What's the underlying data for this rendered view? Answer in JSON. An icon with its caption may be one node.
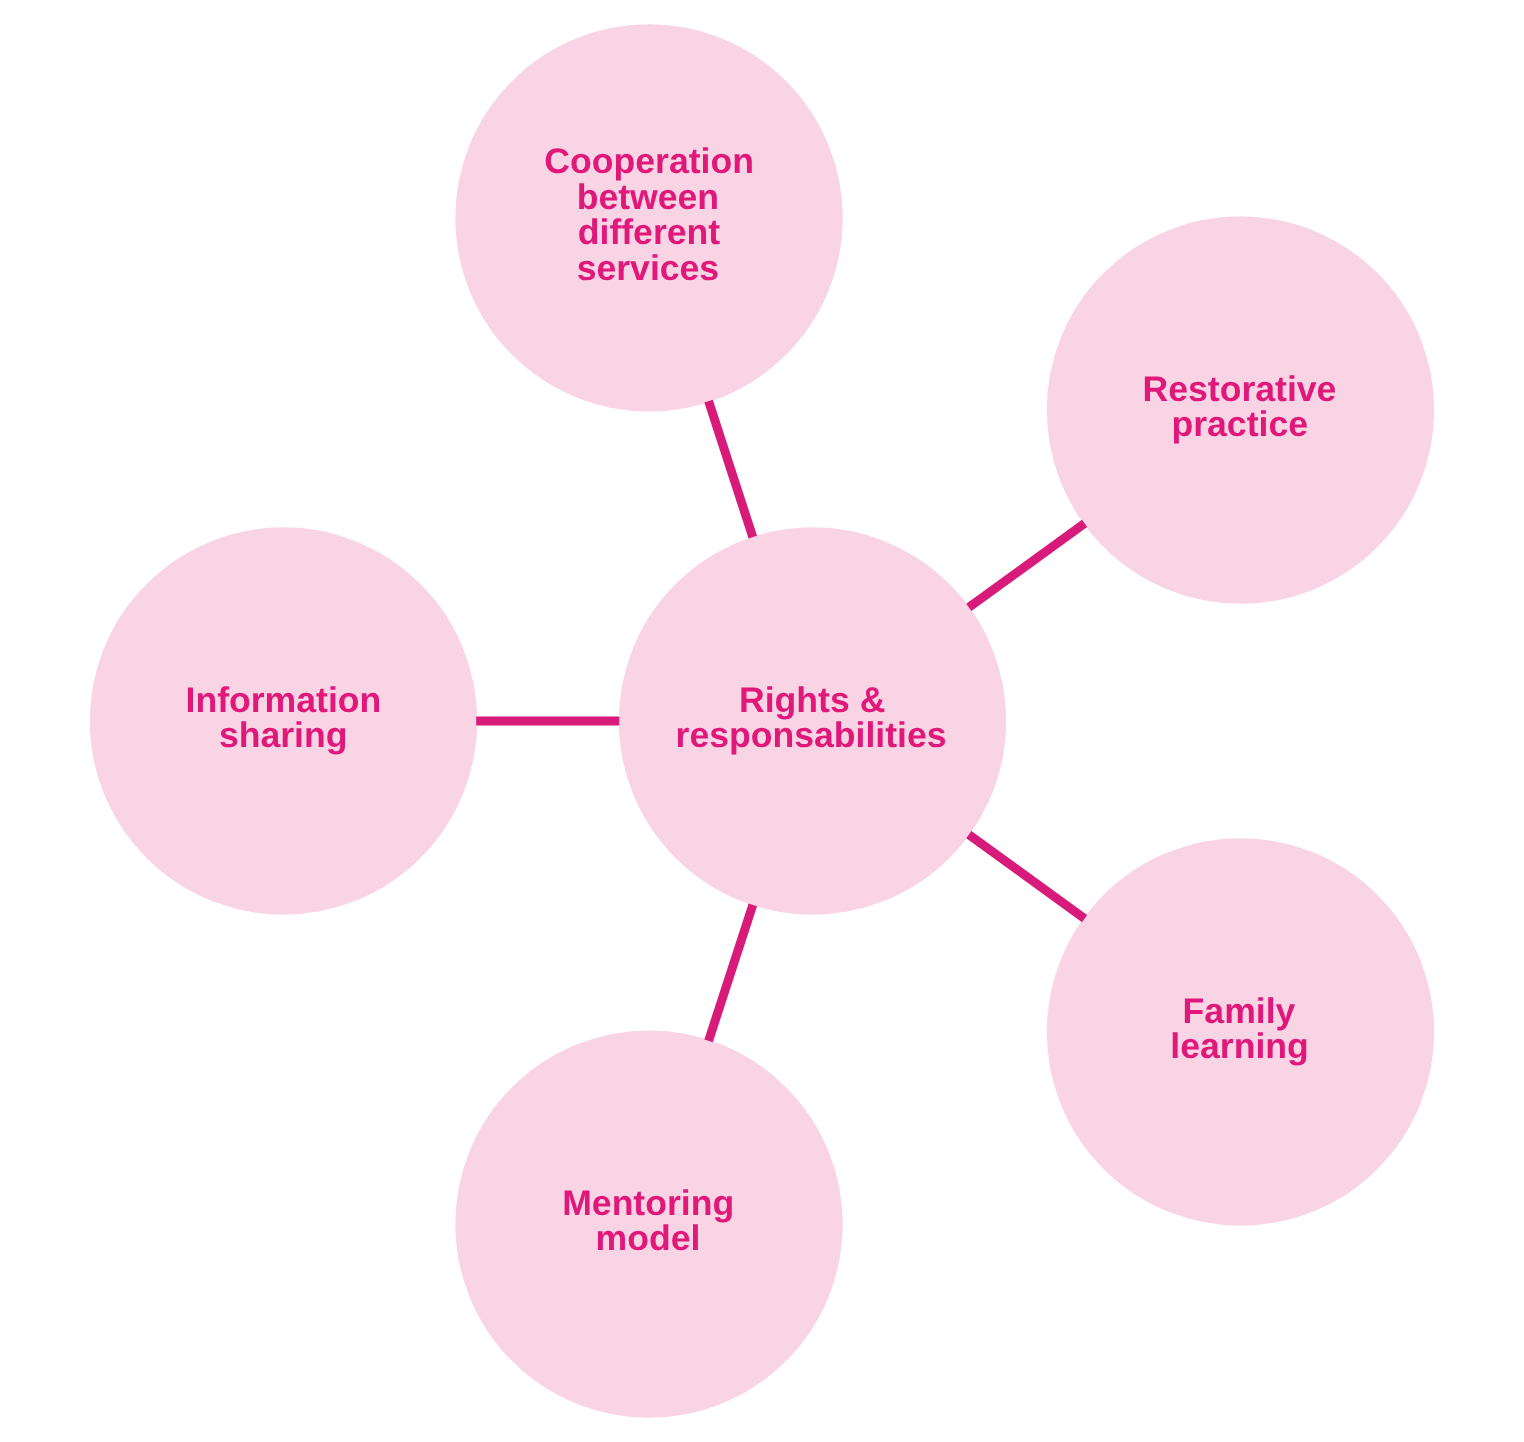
{
  "diagram": {
    "nodes": [
      {
        "text": [
          "Restorative practice"
        ]
      },
      {
        "text": [
          "Cooperation between different services"
        ]
      },
      {
        "text": [
          "Information sharing"
        ]
      },
      {
        "text": [
          "Rights & responsabilities"
        ]
      },
      {
        "text": [
          "Mentoring model"
        ]
      },
      {
        "text": [
          "Family learning"
        ]
      }
    ],
    "edges": [
      {
        "from": 3,
        "to": 0,
        "arrow": "none"
      },
      {
        "from": 3,
        "to": 2,
        "arrow": "none"
      },
      {
        "from": 3,
        "to": 5,
        "arrow": "none"
      },
      {
        "from": 3,
        "to": 4,
        "arrow": "none"
      },
      {
        "from": 3,
        "to": 1,
        "arrow": "none"
      }
    ]
  }
}
